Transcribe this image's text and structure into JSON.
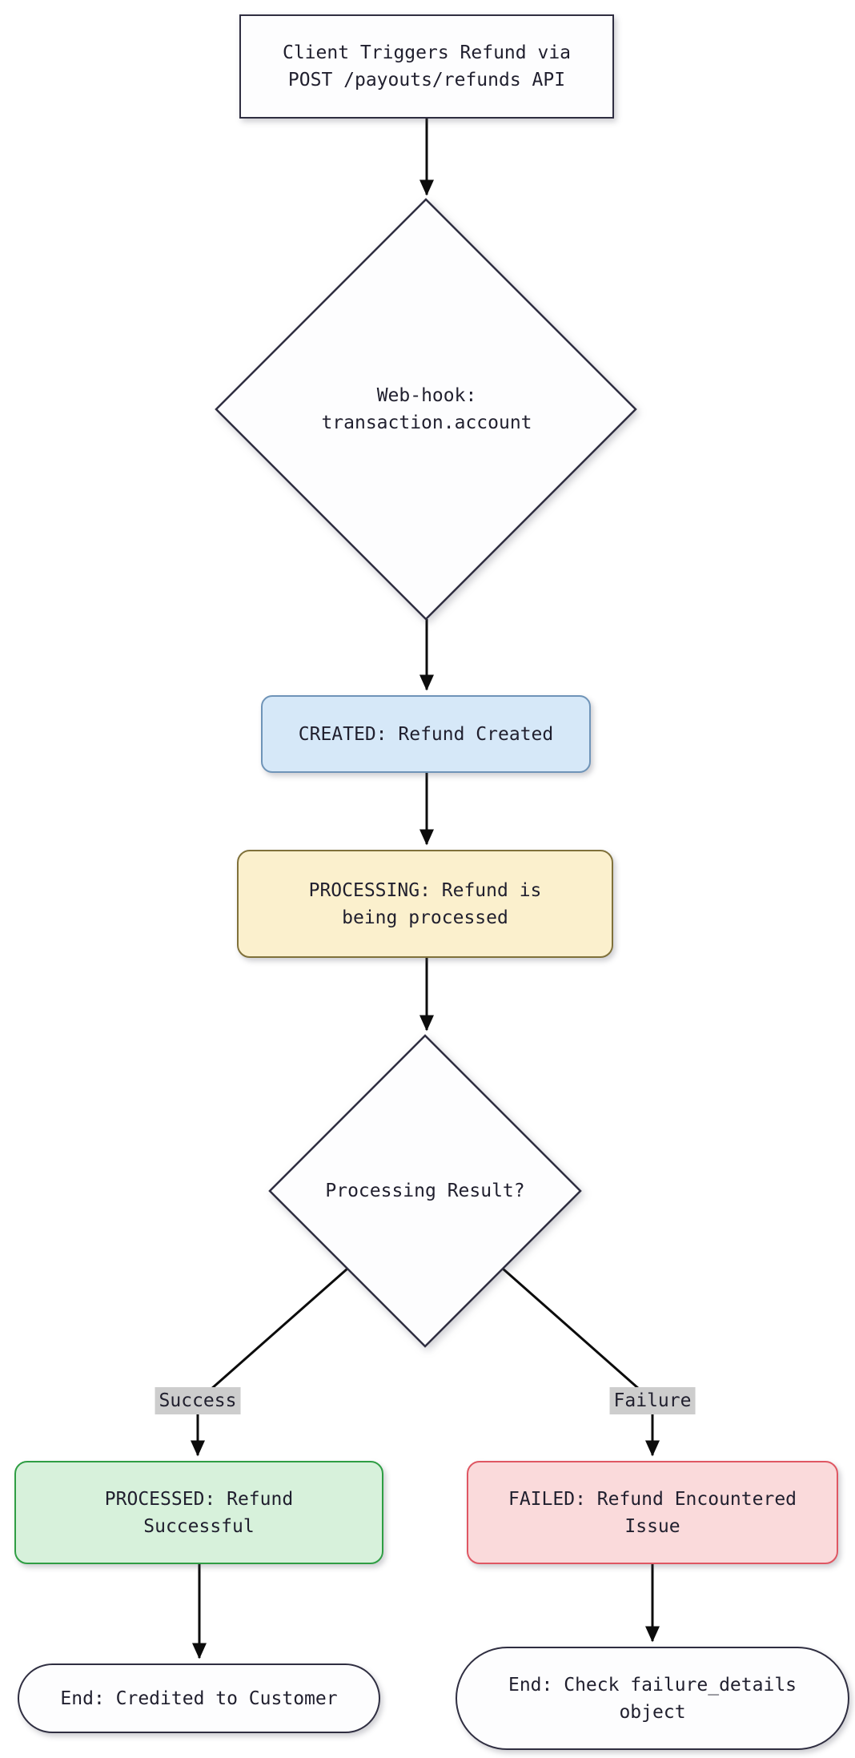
{
  "diagram": {
    "colors": {
      "background": "#ffffff",
      "node_fill": "#fdfdfe",
      "node_stroke": "#2f2e41",
      "text": "#201f2e",
      "edge": "#0c0c0c",
      "edge_label_bg": "#cdcdcd"
    },
    "nodes": {
      "start": {
        "shape": "rectangle",
        "lines": [
          "Client Triggers Refund via",
          "POST /payouts/refunds API"
        ]
      },
      "webhook": {
        "shape": "diamond",
        "lines": [
          "Web-hook:",
          "transaction.account"
        ]
      },
      "created": {
        "shape": "rounded",
        "lines": [
          "CREATED: Refund Created"
        ],
        "fill": "#d6e8f8",
        "stroke": "#6f94b8"
      },
      "processing": {
        "shape": "rounded",
        "lines": [
          "PROCESSING: Refund is",
          "being processed"
        ],
        "fill": "#fbf0cd",
        "stroke": "#80713a"
      },
      "result": {
        "shape": "diamond",
        "lines": [
          "Processing Result?"
        ]
      },
      "processed": {
        "shape": "rounded",
        "lines": [
          "PROCESSED: Refund",
          "Successful"
        ],
        "fill": "#d7f1db",
        "stroke": "#2f9e44"
      },
      "failed": {
        "shape": "rounded",
        "lines": [
          "FAILED: Refund Encountered",
          "Issue"
        ],
        "fill": "#fadadb",
        "stroke": "#df5763"
      },
      "end_success": {
        "shape": "stadium",
        "lines": [
          "End: Credited to Customer"
        ]
      },
      "end_failure": {
        "shape": "stadium",
        "lines": [
          "End: Check failure_details",
          "object"
        ]
      }
    },
    "edges": [
      {
        "from": "start",
        "to": "webhook"
      },
      {
        "from": "webhook",
        "to": "created"
      },
      {
        "from": "created",
        "to": "processing"
      },
      {
        "from": "processing",
        "to": "result"
      },
      {
        "from": "result",
        "to": "processed",
        "label": "Success"
      },
      {
        "from": "result",
        "to": "failed",
        "label": "Failure"
      },
      {
        "from": "processed",
        "to": "end_success"
      },
      {
        "from": "failed",
        "to": "end_failure"
      }
    ]
  }
}
